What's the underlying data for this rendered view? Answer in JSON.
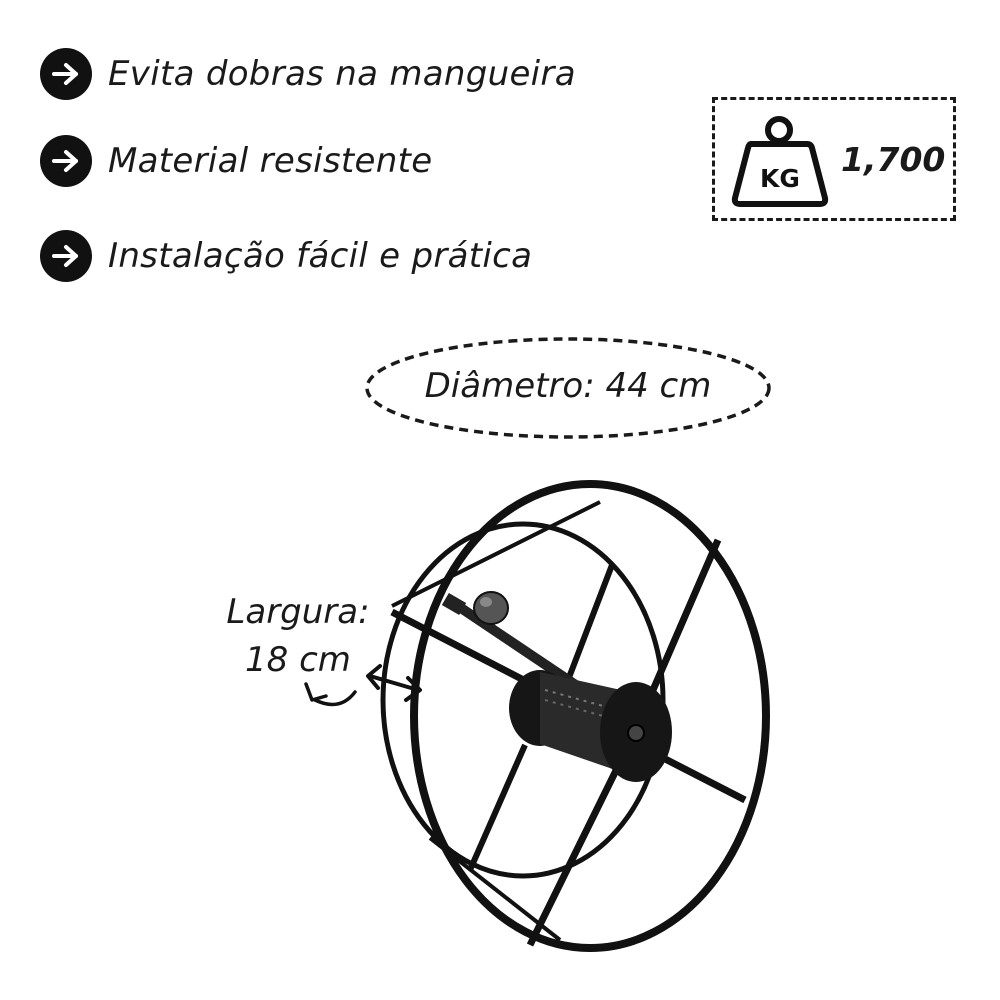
{
  "features": [
    {
      "icon": "arrow-right-icon",
      "text": "Evita dobras na mangueira"
    },
    {
      "icon": "arrow-right-icon",
      "text": "Material resistente"
    },
    {
      "icon": "arrow-right-icon",
      "text": "Instalação fácil e prática"
    }
  ],
  "weight": {
    "icon": "kg-weight-icon",
    "unit_on_icon": "KG",
    "value": "1,700"
  },
  "diameter": {
    "label": "Diâmetro: 44 cm"
  },
  "width": {
    "line1": "Largura:",
    "line2": "18 cm"
  },
  "colors": {
    "ink": "#111111",
    "background": "#ffffff"
  }
}
